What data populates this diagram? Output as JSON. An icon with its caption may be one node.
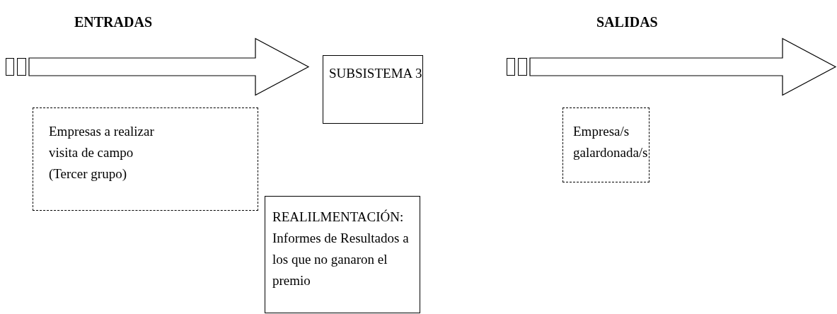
{
  "diagram": {
    "nodes": [
      {
        "text": [],
        "shape": "box"
      },
      {
        "text": [],
        "shape": "box"
      },
      {
        "text": [
          "SUBSISTEMA 3"
        ]
      },
      {
        "text": [],
        "shape": "box"
      },
      {
        "text": [],
        "shape": "box"
      },
      {
        "text": [
          "Empresas a realizar visita de campo (Tercer grupo)"
        ]
      },
      {
        "text": [
          "Empresa/s galardonada/s"
        ]
      },
      {
        "text": [
          "REALILMENTACIÓN:",
          "Informes de Resultados a los que no ganaron el premio"
        ]
      }
    ],
    "edges": [
      {
        "from": 1,
        "to": 2,
        "arrow": "to",
        "style": "thick"
      },
      {
        "from": 4,
        "to": null,
        "arrow": "to",
        "style": "thick"
      }
    ],
    "labels": [
      "ENTRADAS",
      "SALIDAS"
    ]
  }
}
